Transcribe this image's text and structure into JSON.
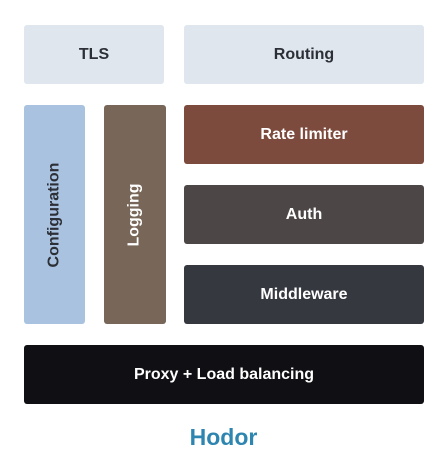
{
  "blocks": {
    "tls": "TLS",
    "routing": "Routing",
    "configuration": "Configuration",
    "logging": "Logging",
    "rate_limiter": "Rate limiter",
    "auth": "Auth",
    "middleware": "Middleware",
    "proxy": "Proxy + Load balancing"
  },
  "caption": "Hodor",
  "colors": {
    "light_block": "#dfe6ee",
    "configuration": "#a8c2e0",
    "logging": "#786659",
    "rate_limiter": "#7d4a3e",
    "auth": "#4d4646",
    "middleware": "#363840",
    "proxy": "#0f0f14",
    "caption": "#2e86b0"
  }
}
